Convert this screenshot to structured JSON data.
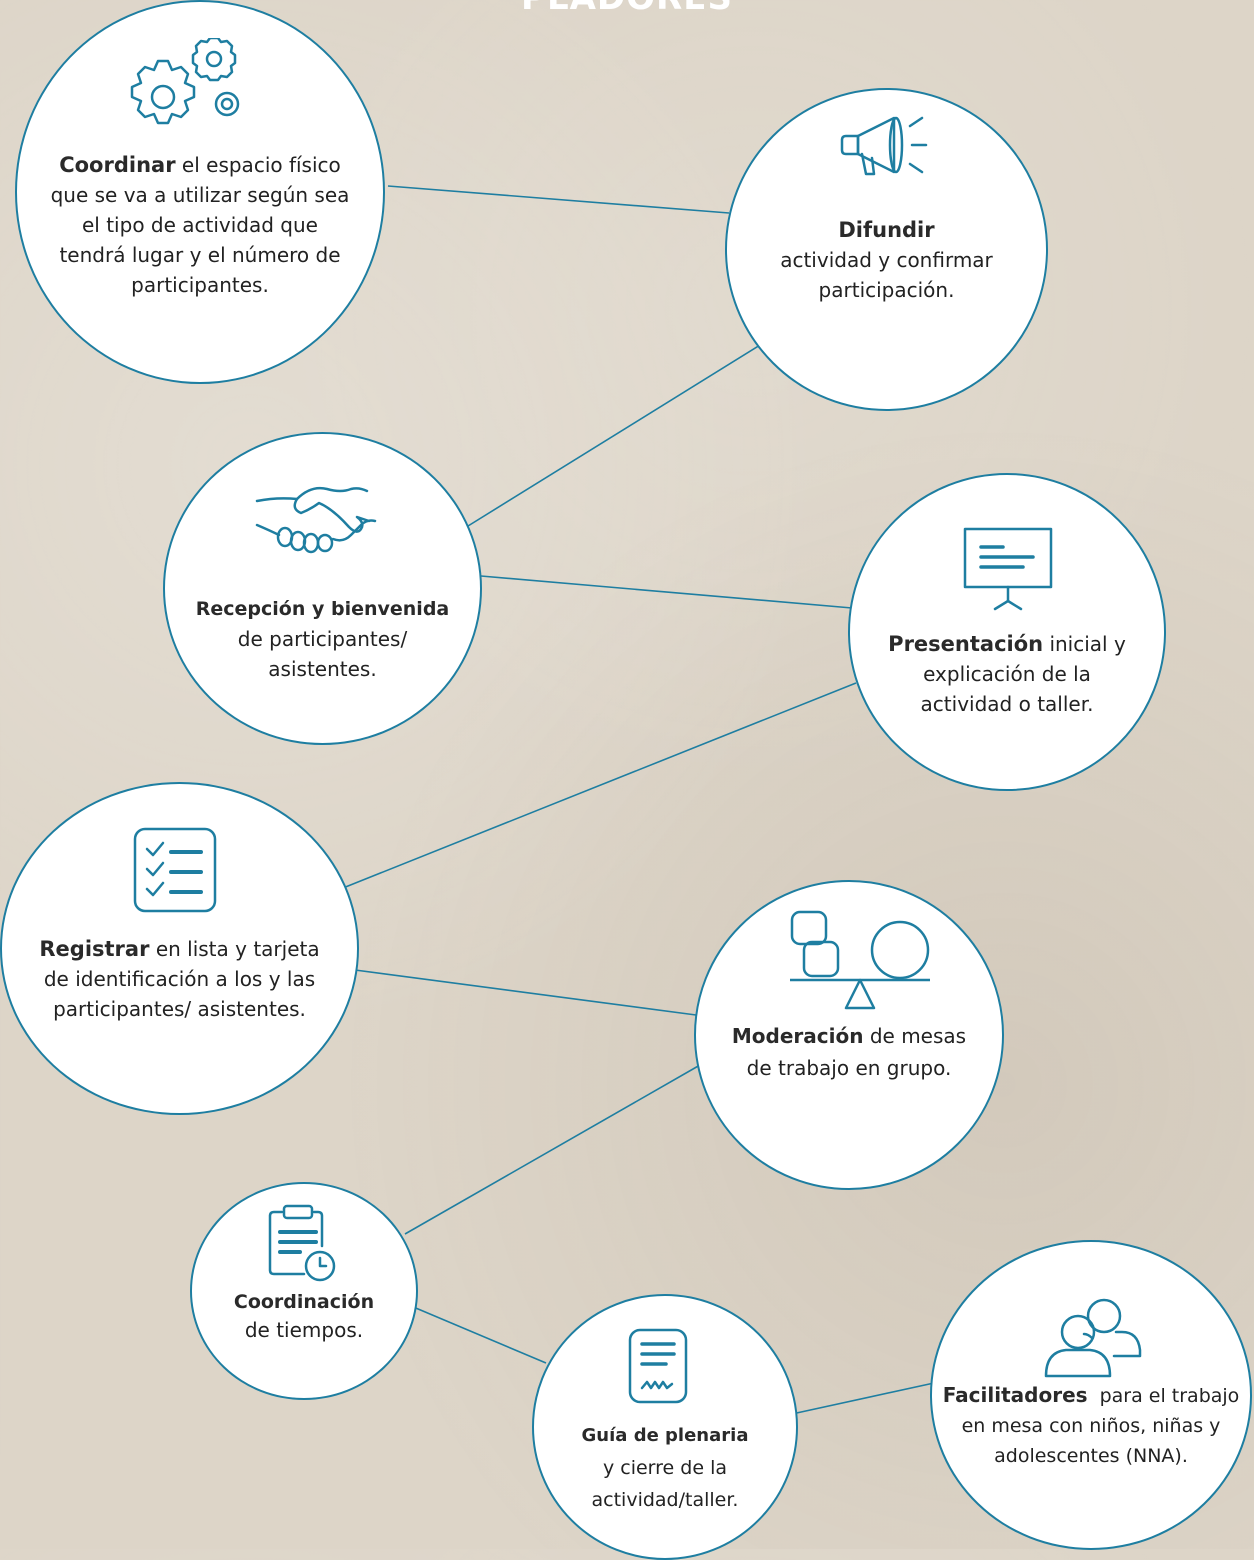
{
  "header": {
    "title": "PLADORES"
  },
  "colors": {
    "accent": "#1e7ea1",
    "background": "#ddd5c8",
    "text": "#222222"
  },
  "nodes": [
    {
      "id": "coordinar",
      "icon": "gears-icon",
      "title": "Coordinar",
      "desc": "el espacio físico que se va a utilizar según sea el tipo de actividad que tendrá lugar y el número de participantes."
    },
    {
      "id": "difundir",
      "icon": "megaphone-icon",
      "title": "Difundir",
      "desc": "actividad y confirmar participación."
    },
    {
      "id": "recepcion",
      "icon": "handshake-icon",
      "title": "Recepción y bienvenida",
      "desc": "de participantes/ asistentes."
    },
    {
      "id": "presentacion",
      "icon": "presentation-board-icon",
      "title": "Presentación",
      "desc": "inicial y explicación de la actividad o taller."
    },
    {
      "id": "registrar",
      "icon": "checklist-icon",
      "title": "Registrar",
      "desc": "en lista y tarjeta de identificación a los y las participantes/ asistentes."
    },
    {
      "id": "moderacion",
      "icon": "balance-shapes-icon",
      "title": "Moderación",
      "desc": "de mesas de trabajo en grupo."
    },
    {
      "id": "tiempos",
      "icon": "clipboard-clock-icon",
      "title": "Coordinación",
      "desc": "de tiempos."
    },
    {
      "id": "plenaria",
      "icon": "signed-document-icon",
      "title": "Guía de plenaria",
      "desc": "y cierre de la actividad/taller."
    },
    {
      "id": "facilitadores",
      "icon": "users-icon",
      "title": "Facilitadores",
      "desc": "para el trabajo en mesa con niños, niñas y adolescentes (NNA)."
    }
  ]
}
